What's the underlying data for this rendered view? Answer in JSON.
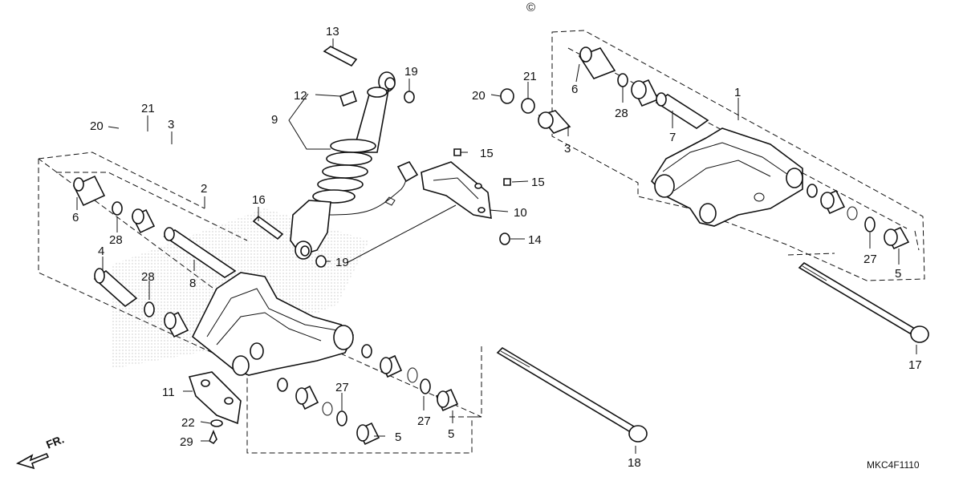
{
  "copyright_mark": "©",
  "drawing_code": "MKC4F1110",
  "front_indicator": "FR.",
  "callouts": [
    "1",
    "2",
    "3",
    "3",
    "4",
    "5",
    "5",
    "5",
    "6",
    "6",
    "7",
    "8",
    "9",
    "10",
    "11",
    "12",
    "13",
    "14",
    "15",
    "15",
    "16",
    "17",
    "18",
    "19",
    "19",
    "20",
    "20",
    "21",
    "21",
    "22",
    "27",
    "27",
    "27",
    "28",
    "28",
    "29"
  ]
}
